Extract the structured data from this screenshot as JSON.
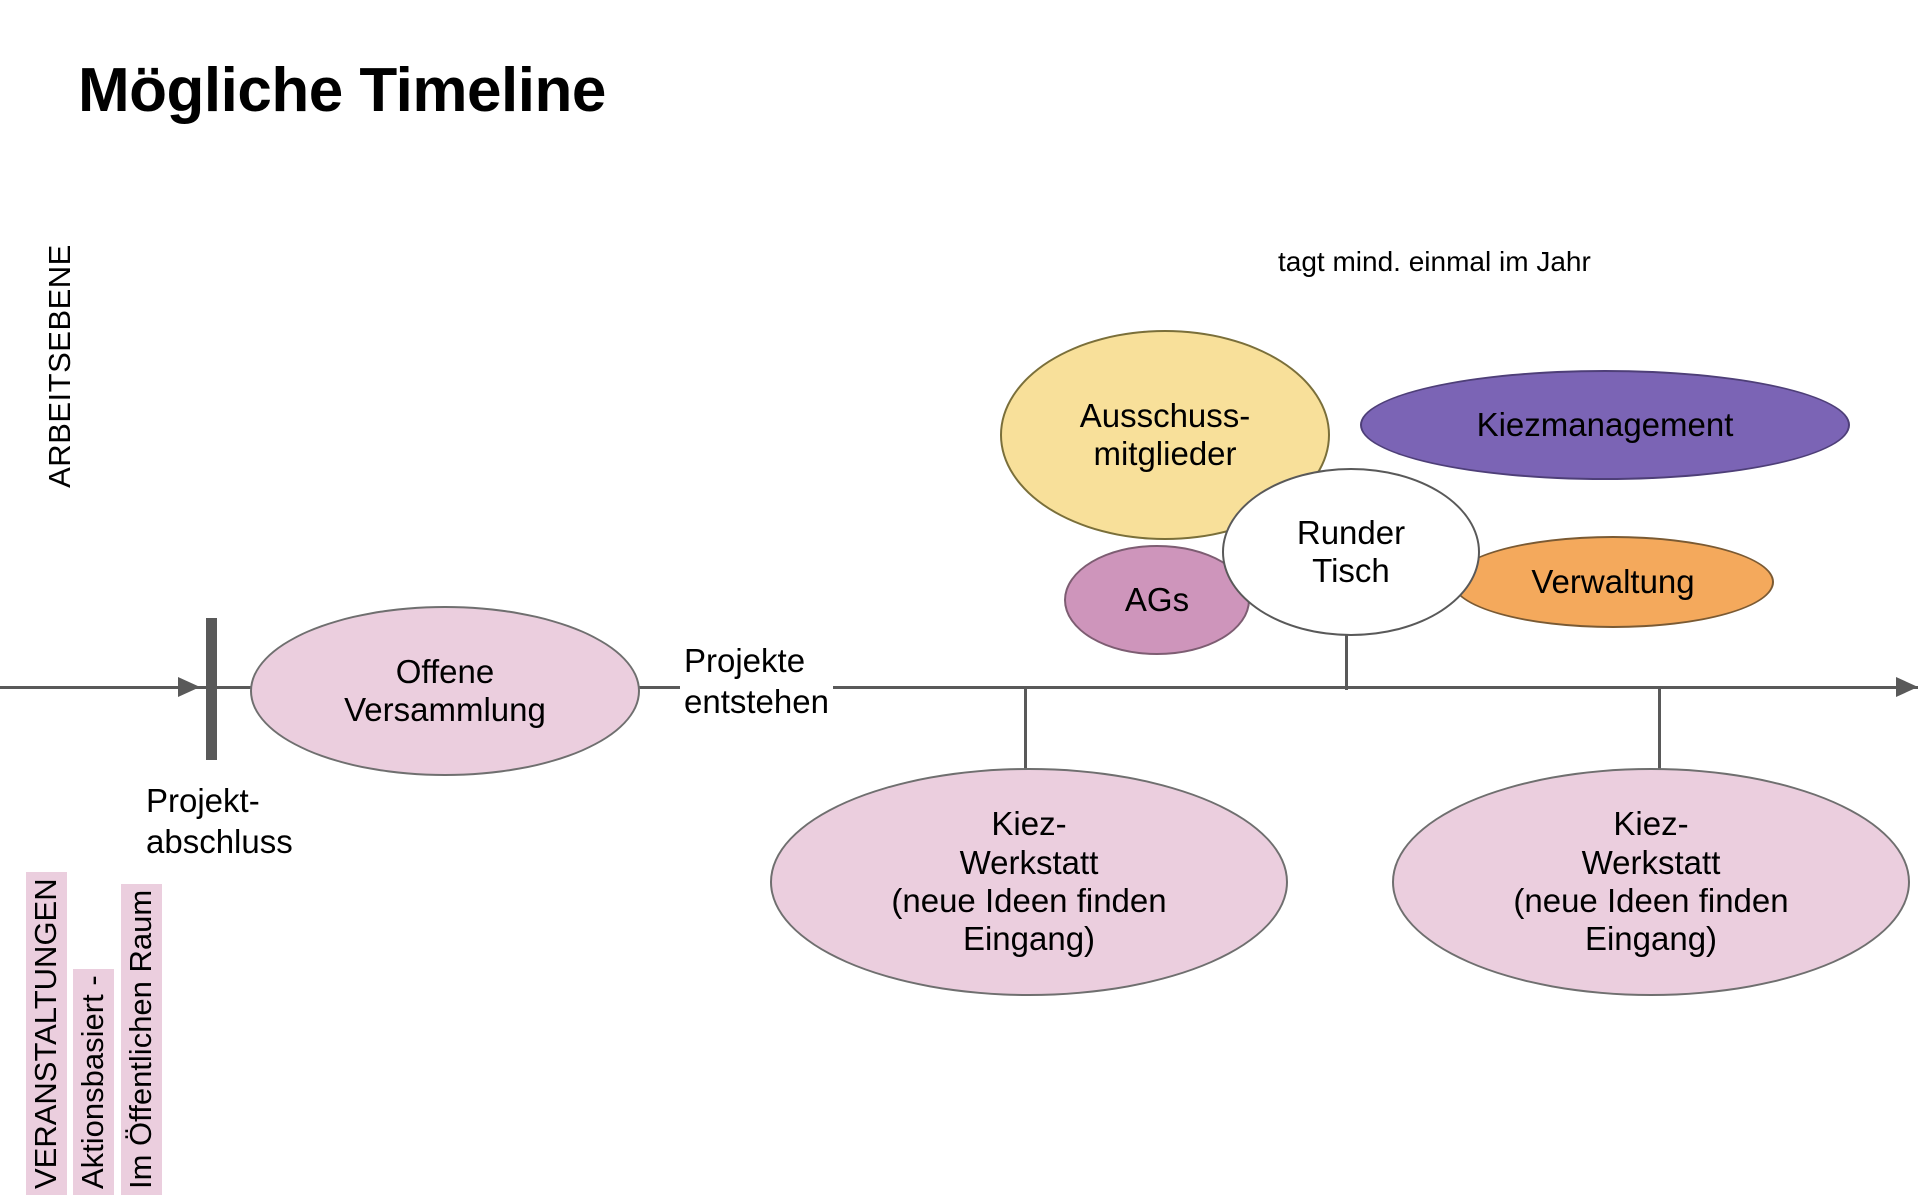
{
  "page": {
    "title": "Mögliche Timeline"
  },
  "axis": {
    "vertical_label": "ARBEITSEBENE",
    "horizontal_arrow": "timeline-arrow"
  },
  "side_labels": [
    {
      "text": "VERANSTALTUNGEN"
    },
    {
      "text": "Aktionsbasiert -"
    },
    {
      "text": "Im Öffentlichen Raum"
    }
  ],
  "timeline": {
    "tick_label": "Projekt-\nabschluss",
    "midpoint_label": "Projekte\nentstehen"
  },
  "annotations": {
    "runder_tisch_note": "tagt mind. einmal im Jahr"
  },
  "nodes": [
    {
      "id": "offene-versammlung",
      "label": "Offene\nVersammlung",
      "fill": "#EBCEDE",
      "stroke": "#6f6f6f"
    },
    {
      "id": "ausschussmitglieder",
      "label": "Ausschuss-\nmitglieder",
      "fill": "#F8E09A",
      "stroke": "#7a6f3a"
    },
    {
      "id": "kiezmanagement",
      "label": "Kiezmanagement",
      "fill": "#7B64B5",
      "stroke": "#4e3f78"
    },
    {
      "id": "runder-tisch",
      "label": "Runder\nTisch",
      "fill": "#FFFFFF",
      "stroke": "#595959"
    },
    {
      "id": "ags",
      "label": "AGs",
      "fill": "#CE95BB",
      "stroke": "#7d5d72"
    },
    {
      "id": "verwaltung",
      "label": "Verwaltung",
      "fill": "#F4A95C",
      "stroke": "#7a5a33"
    },
    {
      "id": "kiezwerkstatt-1",
      "label": "Kiez-\nWerkstatt\n(neue Ideen finden\nEingang)",
      "fill": "#EBCEDE",
      "stroke": "#6f6f6f"
    },
    {
      "id": "kiezwerkstatt-2",
      "label": "Kiez-\nWerkstatt\n(neue Ideen finden\nEingang)",
      "fill": "#EBCEDE",
      "stroke": "#6f6f6f"
    }
  ],
  "colors": {
    "axis_gray": "#595959",
    "pink": "#EBCEDE",
    "yellow": "#F8E09A",
    "purple": "#7B64B5",
    "mauve": "#CE95BB",
    "orange": "#F4A95C",
    "white": "#FFFFFF"
  }
}
